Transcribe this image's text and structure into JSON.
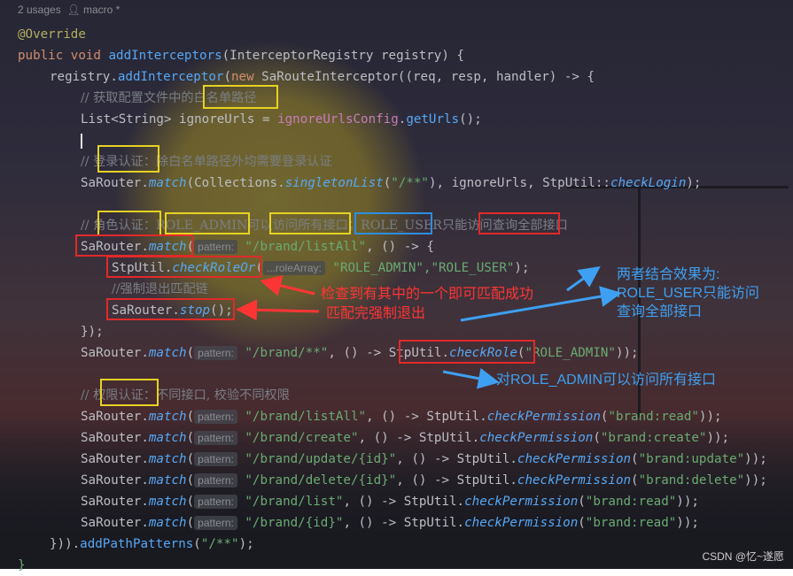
{
  "header": {
    "usages": "2 usages",
    "author_icon": "user-icon",
    "author": "macro *"
  },
  "code": {
    "l1": "@Override",
    "l2_kw1": "public",
    "l2_kw2": "void",
    "l2_fn": "addInterceptors",
    "l2_rest": "(InterceptorRegistry registry) {",
    "l3_a": "registry.",
    "l3_fn": "addInterceptor",
    "l3_b": "(",
    "l3_kw": "new",
    "l3_c": " SaRouteInterceptor((req, resp, handler) -> {",
    "l4": "// 获取配置文件中的白名单路径",
    "l5_a": "List<String> ignoreUrls = ",
    "l5_f": "ignoreUrlsConfig",
    "l5_b": ".",
    "l5_fn": "getUrls",
    "l5_c": "();",
    "l7": "// 登录认证：除白名单路径外均需要登录认证",
    "l8_a": "SaRouter.",
    "l8_fn": "match",
    "l8_b": "(Collections.",
    "l8_fn2": "singletonList",
    "l8_c": "(",
    "l8_str": "\"/**\"",
    "l8_d": "), ignoreUrls, StpUtil::",
    "l8_fn3": "checkLogin",
    "l8_e": ");",
    "l10": "// 角色认证：ROLE_ADMIN可以访问所有接口；ROLE_USER只能访问查询全部接口",
    "l11_a": "SaRouter.",
    "l11_fn": "match",
    "l11_b": "(",
    "l11_hint": "pattern:",
    "l11_str": "\"/brand/listAll\"",
    "l11_c": ", () -> {",
    "l12_a": "StpUtil.",
    "l12_fn": "checkRoleOr",
    "l12_b": "(",
    "l12_hint": "...roleArray:",
    "l12_str": "\"ROLE_ADMIN\",\"ROLE_USER\"",
    "l12_c": ");",
    "l13": "//强制退出匹配链",
    "l14_a": "SaRouter.",
    "l14_fn": "stop",
    "l14_b": "();",
    "l15": "});",
    "l16_a": "SaRouter.",
    "l16_fn": "match",
    "l16_b": "(",
    "l16_hint": "pattern:",
    "l16_str": "\"/brand/**\"",
    "l16_c": ", () -> StpUtil.",
    "l16_fn2": "checkRole",
    "l16_d": "(",
    "l16_str2": "\"ROLE_ADMIN\"",
    "l16_e": "));",
    "l18": "// 权限认证：不同接口, 校验不同权限",
    "perm_rows": [
      {
        "path": "\"/brand/listAll\"",
        "perm": "\"brand:read\""
      },
      {
        "path": "\"/brand/create\"",
        "perm": "\"brand:create\""
      },
      {
        "path": "\"/brand/update/{id}\"",
        "perm": "\"brand:update\""
      },
      {
        "path": "\"/brand/delete/{id}\"",
        "perm": "\"brand:delete\""
      },
      {
        "path": "\"/brand/list\"",
        "perm": "\"brand:read\""
      },
      {
        "path": "\"/brand/{id}\"",
        "perm": "\"brand:read\""
      }
    ],
    "perm_a": "SaRouter.",
    "perm_fn": "match",
    "perm_b": "(",
    "perm_hint": "pattern:",
    "perm_c": ", () -> StpUtil.",
    "perm_fn2": "checkPermission",
    "perm_d": "(",
    "perm_e": "));",
    "l25_a": "})).",
    "l25_fn": "addPathPatterns",
    "l25_b": "(",
    "l25_str": "\"/**\"",
    "l25_c": ");",
    "l26": "}"
  },
  "annotations": {
    "red1": "检查到有其中的一个即可匹配成功",
    "red2": "匹配完强制退出",
    "blue1": "两者结合效果为:\nROLE_USER只能访问\n查询全部接口",
    "blue2": "对ROLE_ADMIN可以访问所有接口"
  },
  "colors": {
    "highlight_yellow": "#e6d223",
    "highlight_red": "#e02a2a",
    "highlight_blue": "#2d8ee0",
    "annotation_red": "#ff3535",
    "annotation_blue": "#3ea0f2"
  },
  "watermark": "CSDN @忆~遂愿"
}
